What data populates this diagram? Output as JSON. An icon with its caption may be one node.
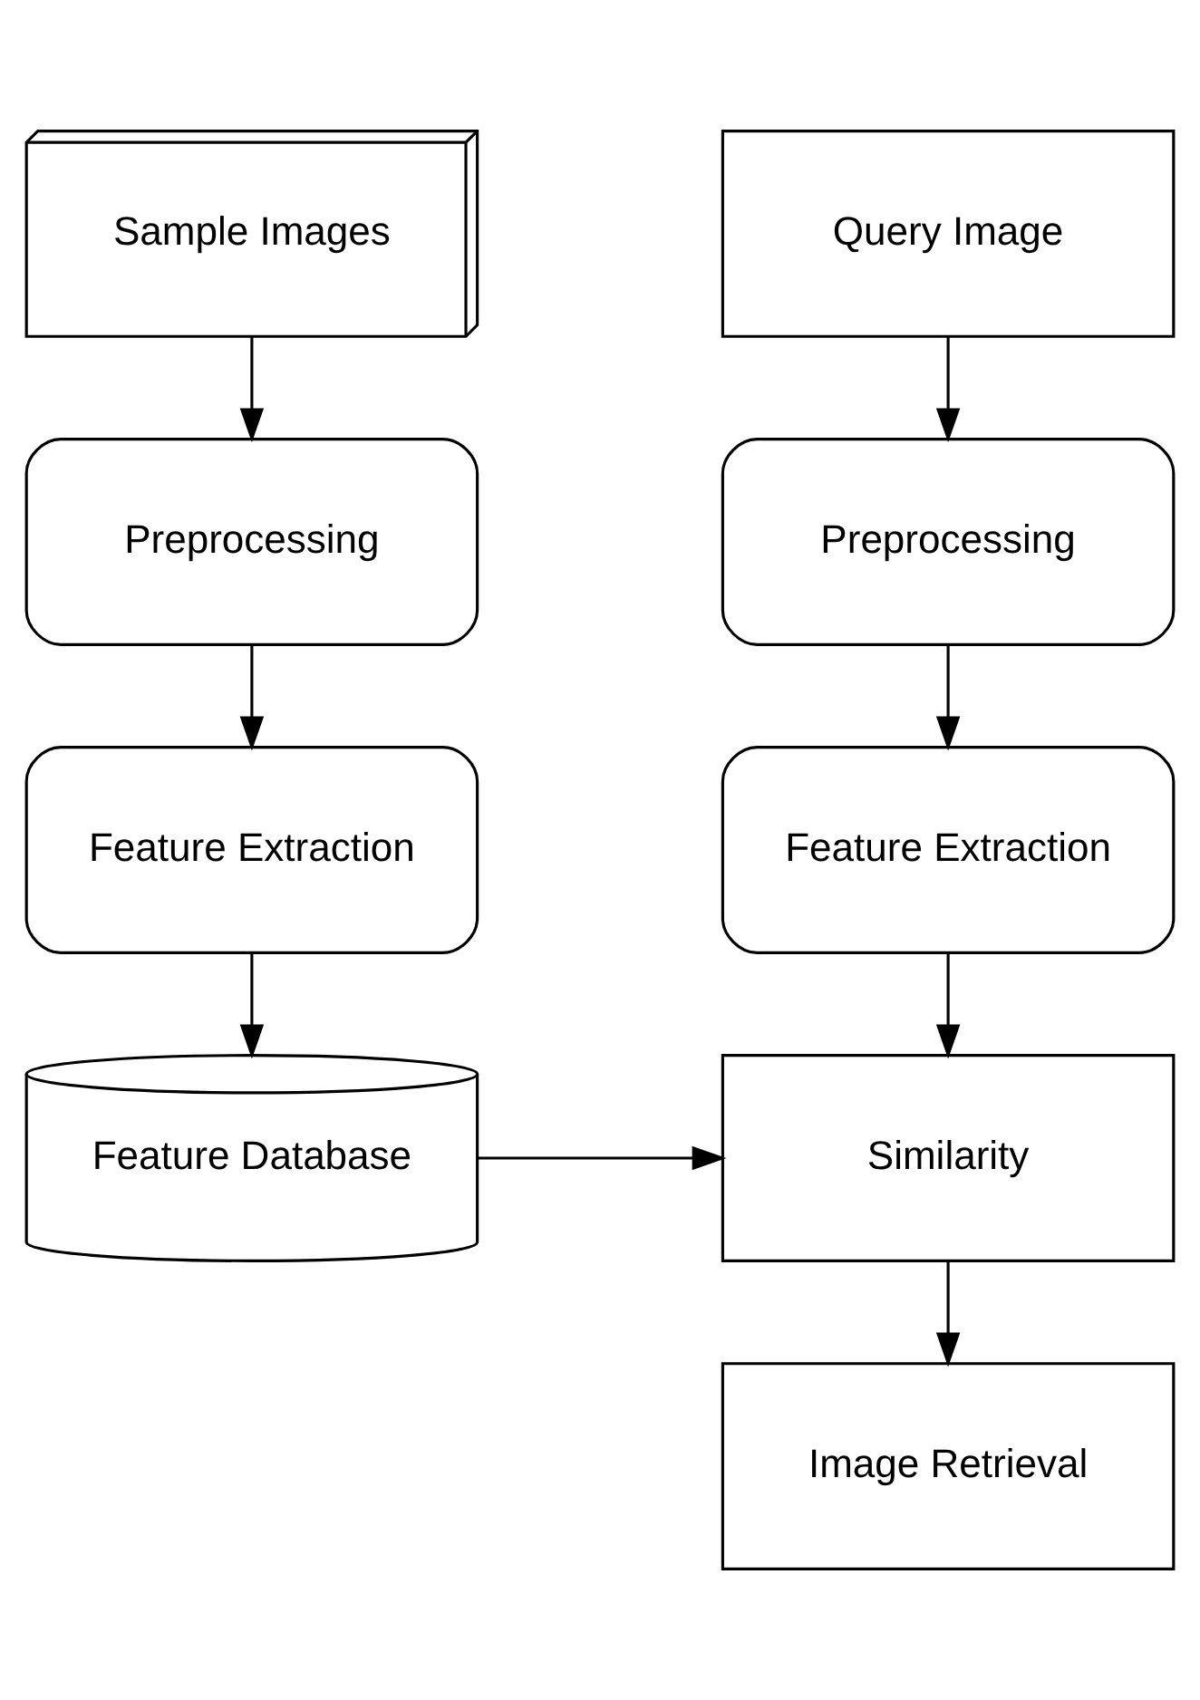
{
  "diagram": {
    "nodes": [
      {
        "text": [
          "Sample Images"
        ]
      },
      {
        "text": [
          "Preprocessing"
        ]
      },
      {
        "text": [
          "Feature Extraction"
        ]
      },
      {
        "text": [
          "Feature Database"
        ]
      },
      {
        "text": [
          "Query Image"
        ]
      },
      {
        "text": [
          "Preprocessing"
        ]
      },
      {
        "text": [
          "Feature Extraction"
        ]
      },
      {
        "text": [
          "Similarity"
        ]
      },
      {
        "text": [
          "Image Retrieval"
        ]
      }
    ],
    "edges": [
      {
        "from": 0,
        "to": 1,
        "arrow": "to"
      },
      {
        "from": 1,
        "to": 2,
        "arrow": "to"
      },
      {
        "from": 2,
        "to": 3,
        "arrow": "to"
      },
      {
        "from": 4,
        "to": 5,
        "arrow": "to"
      },
      {
        "from": 5,
        "to": 6,
        "arrow": "to"
      },
      {
        "from": 6,
        "to": 7,
        "arrow": "to"
      },
      {
        "from": 3,
        "to": 7,
        "arrow": "to"
      },
      {
        "from": 7,
        "to": 8,
        "arrow": "to"
      }
    ]
  }
}
